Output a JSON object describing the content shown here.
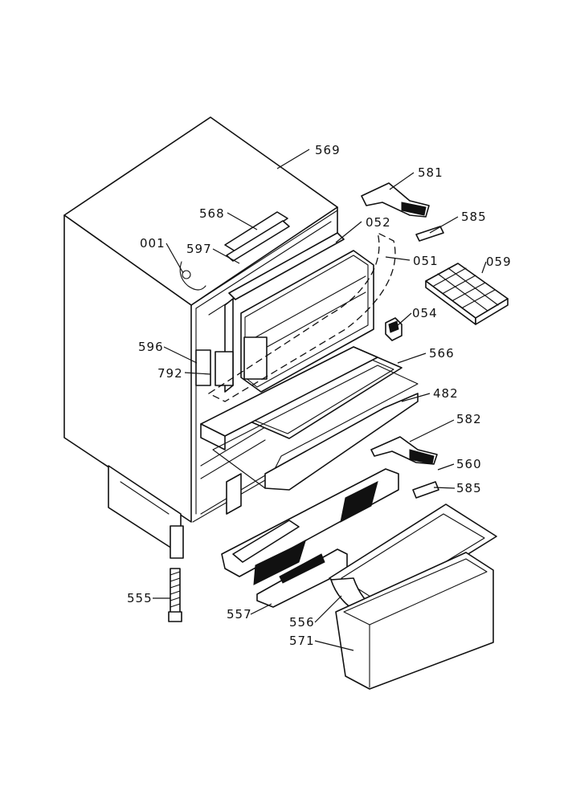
{
  "diagram": {
    "labels": {
      "p569": "569",
      "p581": "581",
      "p568": "568",
      "p052": "052",
      "p585a": "585",
      "p001": "001",
      "p597": "597",
      "p051": "051",
      "p059": "059",
      "p054": "054",
      "p596": "596",
      "p566": "566",
      "p792": "792",
      "p482": "482",
      "p582": "582",
      "p560": "560",
      "p585b": "585",
      "p555": "555",
      "p557": "557",
      "p556": "556",
      "p571": "571"
    }
  }
}
